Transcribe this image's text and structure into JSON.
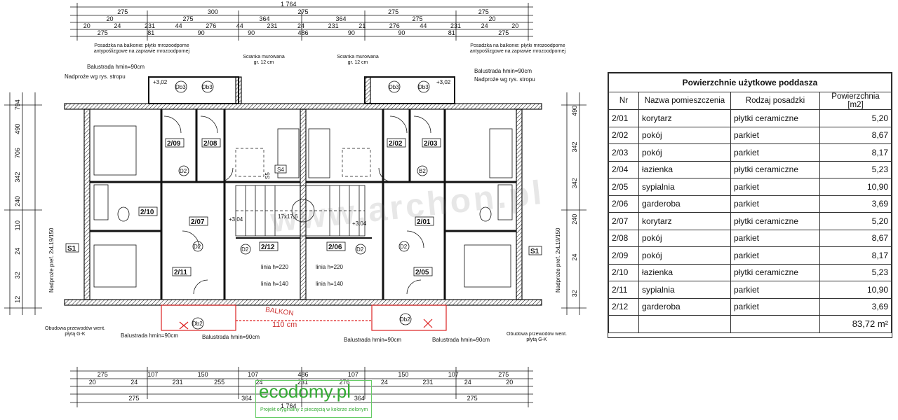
{
  "plan": {
    "top_dims": {
      "row1_total": "1 764",
      "row2": [
        "275",
        "300",
        "275",
        "275",
        "275"
      ],
      "row3": [
        "20",
        "275",
        "364",
        "364",
        "275",
        "20"
      ],
      "row4": [
        "20",
        "24",
        "231",
        "44",
        "276",
        "44",
        "231",
        "24",
        "231",
        "21",
        "276",
        "44",
        "231",
        "24",
        "20"
      ],
      "row5": [
        "275",
        "81",
        "90",
        "90",
        "486",
        "90",
        "90",
        "81",
        "275"
      ]
    },
    "bottom_dims": {
      "row1": [
        "275",
        "107",
        "150",
        "107",
        "486",
        "107",
        "150",
        "107",
        "275"
      ],
      "row2": [
        "20",
        "24",
        "231",
        "255",
        "24",
        "231",
        "276",
        "24",
        "231",
        "24",
        "20"
      ],
      "row3": [
        "275",
        "364",
        "364",
        "275"
      ],
      "row4_total": "1 764"
    },
    "left_dims": [
      "794",
      "490",
      "706",
      "342",
      "240",
      "110",
      "24",
      "32",
      "12"
    ],
    "right_dims": [
      "490",
      "342",
      "342",
      "240",
      "24",
      "32"
    ],
    "rooms": [
      {
        "id": "2/09"
      },
      {
        "id": "2/08"
      },
      {
        "id": "2/02"
      },
      {
        "id": "2/03"
      },
      {
        "id": "2/10"
      },
      {
        "id": "2/07"
      },
      {
        "id": "2/12"
      },
      {
        "id": "2/06"
      },
      {
        "id": "2/01"
      },
      {
        "id": "2/11"
      },
      {
        "id": "2/05"
      }
    ],
    "labels": {
      "s1_left": "S1",
      "s1_right": "S1",
      "s4": "S4",
      "s5": "S5",
      "d2": "D2",
      "db2": "Db2",
      "db3": "Db3",
      "b2": "B2",
      "lev_left": "+3,02",
      "lev_right": "+3,02",
      "lev_mid_left": "+3,04",
      "lev_mid_right": "+3,04",
      "linia220": "linia h=220",
      "linia140": "linia h=140",
      "stair": "17x17,6"
    },
    "notes": {
      "balcony_floor_left": "Posadzka na balkonie: płytki mrozoodporne antypoślizgowe na zaprawie mrozoodpornej",
      "balcony_floor_right": "Posadzka na balkonie: płytki mrozoodporne antypoślizgowe na zaprawie mrozoodpornej",
      "partition_left": "Ścianka murowana gr. 12 cm",
      "partition_right": "Ścianka murowana gr. 12 cm",
      "railing_top_left": "Balustrada hmin=90cm",
      "railing_top_right": "Balustrada hmin=90cm",
      "lintel_left": "Nadproże wg rys. stropu",
      "lintel_right": "Nadproże wg rys. stropu",
      "side_lintel_left": "Nadproże pref. 2xL19/150",
      "side_lintel_right": "Nadproże pref. 2xL19/150",
      "duct_left": "Obudowa przewodów went. płytą G-K",
      "duct_right": "Obudowa przewodów went. płytą G-K",
      "railing_bottom_1": "Balustrada hmin=90cm",
      "railing_bottom_2": "Balustrada hmin=90cm",
      "railing_bottom_3": "Balustrada hmin=90cm",
      "railing_bottom_4": "Balustrada hmin=90cm"
    },
    "handwritten": {
      "balkon": "BALKON",
      "size": "110 cm"
    },
    "watermark": "www.archon.pl",
    "stamp": {
      "logo": "ecodomy.pl",
      "text": "Projekt oryginalny z pieczęcią w kolorze zielonym"
    }
  },
  "table": {
    "title": "Powierzchnie użytkowe poddasza",
    "headers": [
      "Nr",
      "Nazwa pomieszczenia",
      "Rodzaj posadzki",
      "Powierzchnia [m2]"
    ],
    "rows": [
      [
        "2/01",
        "korytarz",
        "płytki ceramiczne",
        "5,20"
      ],
      [
        "2/02",
        "pokój",
        "parkiet",
        "8,67"
      ],
      [
        "2/03",
        "pokój",
        "parkiet",
        "8,17"
      ],
      [
        "2/04",
        "łazienka",
        "płytki ceramiczne",
        "5,23"
      ],
      [
        "2/05",
        "sypialnia",
        "parkiet",
        "10,90"
      ],
      [
        "2/06",
        "garderoba",
        "parkiet",
        "3,69"
      ],
      [
        "2/07",
        "korytarz",
        "płytki ceramiczne",
        "5,20"
      ],
      [
        "2/08",
        "pokój",
        "parkiet",
        "8,67"
      ],
      [
        "2/09",
        "pokój",
        "parkiet",
        "8,17"
      ],
      [
        "2/10",
        "łazienka",
        "płytki ceramiczne",
        "5,23"
      ],
      [
        "2/11",
        "sypialnia",
        "parkiet",
        "10,90"
      ],
      [
        "2/12",
        "garderoba",
        "parkiet",
        "3,69"
      ]
    ],
    "total": "83,72 m²"
  }
}
